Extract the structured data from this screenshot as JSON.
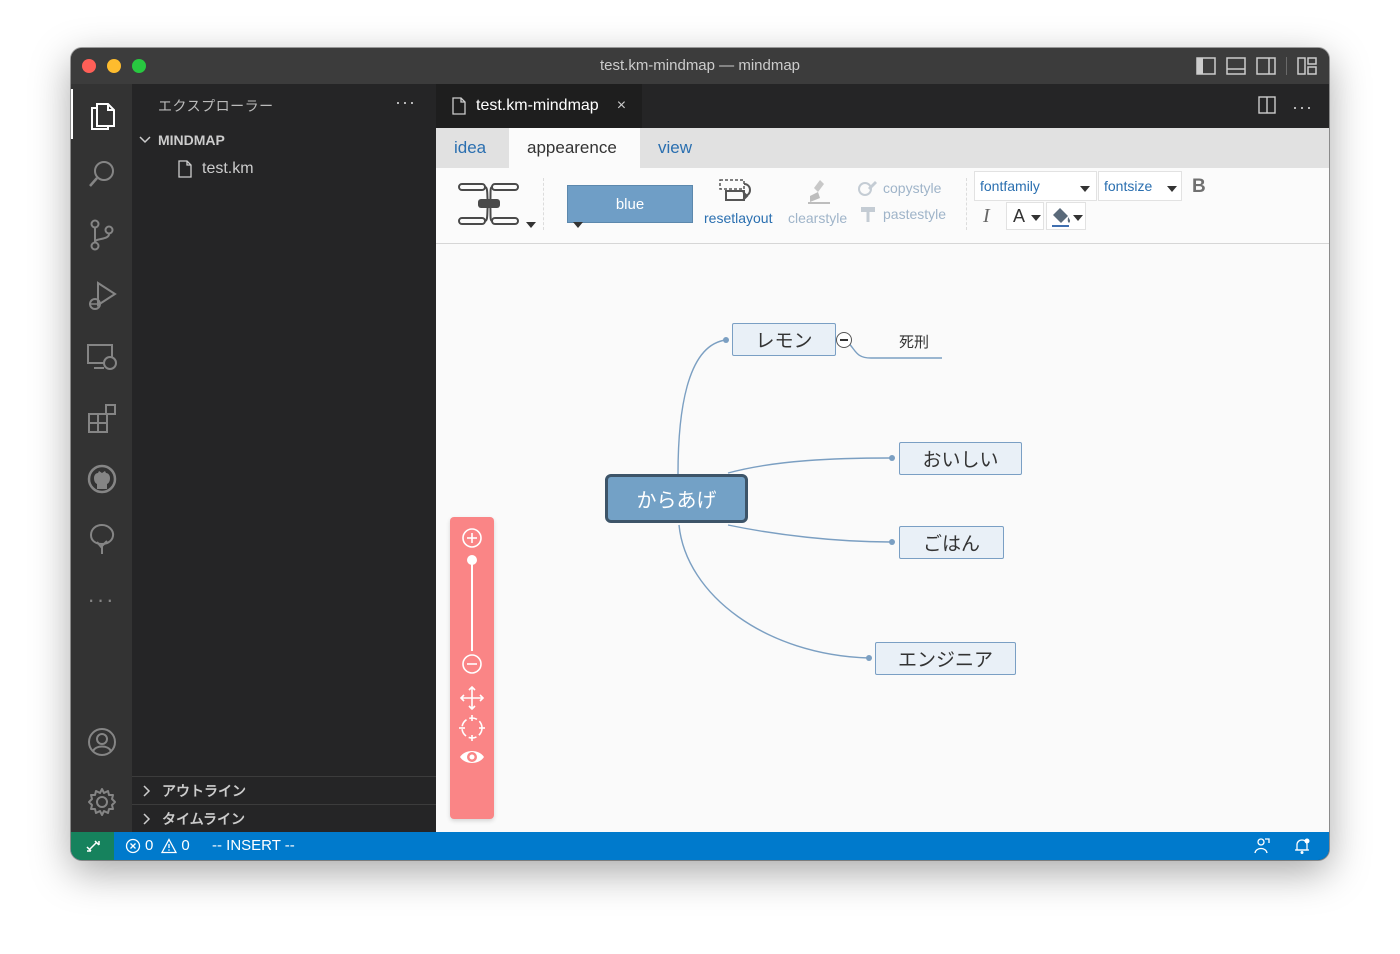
{
  "window": {
    "title": "test.km-mindmap — mindmap"
  },
  "sidebar": {
    "header": "エクスプローラー",
    "more": "···",
    "folder": "MINDMAP",
    "files": [
      "test.km"
    ],
    "outline": "アウトライン",
    "timeline": "タイムライン"
  },
  "editor": {
    "tab_label": "test.km-mindmap",
    "tab_close": "×",
    "more": "···"
  },
  "km": {
    "tabs": [
      "idea",
      "appearence",
      "view"
    ],
    "active_tab": "appearence",
    "toolbar": {
      "theme": "blue",
      "resetlayout": "resetlayout",
      "clearstyle": "clearstyle",
      "copystyle": "copystyle",
      "pastestyle": "pastestyle",
      "fontfamily": "fontfamily",
      "fontsize": "fontsize",
      "bold": "B",
      "italic": "I",
      "fontcolor": "A"
    },
    "mindmap": {
      "root": "からあげ",
      "children": [
        {
          "text": "レモン",
          "children": [
            "死刑"
          ]
        },
        {
          "text": "おいしい"
        },
        {
          "text": "ごはん"
        },
        {
          "text": "エンジニア"
        }
      ]
    }
  },
  "status": {
    "errors": "0",
    "warnings": "0",
    "mode": "-- INSERT --"
  },
  "colors": {
    "accent": "#007acc",
    "root_node": "#73a1c6",
    "zoom_panel": "#fa8586"
  }
}
